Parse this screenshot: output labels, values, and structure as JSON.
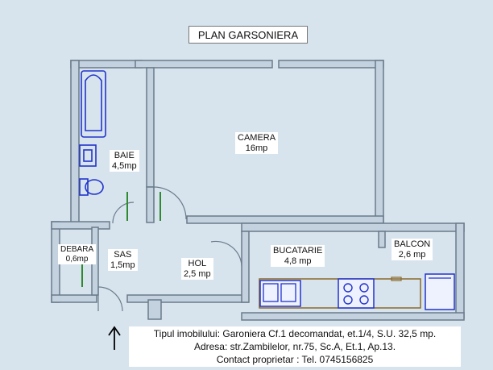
{
  "title": "PLAN GARSONIERA",
  "rooms": {
    "baie": {
      "name": "BAIE",
      "area": "4,5mp"
    },
    "camera": {
      "name": "CAMERA",
      "area": "16mp"
    },
    "debara": {
      "name": "DEBARA",
      "area": "0,6mp"
    },
    "sas": {
      "name": "SAS",
      "area": "1,5mp"
    },
    "hol": {
      "name": "HOL",
      "area": "2,5 mp"
    },
    "bucatarie": {
      "name": "BUCATARIE",
      "area": "4,8 mp"
    },
    "balcon": {
      "name": "BALCON",
      "area": "2,6 mp"
    }
  },
  "info": {
    "line1": "Tipul imobilului: Garoniera Cf.1 decomandat, et.1/4, S.U. 32,5 mp.",
    "line2": "Adresa: str.Zambilelor, nr.75, Sc.A, Et.1, Ap.13.",
    "line3": "Contact proprietar : Tel. 0745156825"
  },
  "entrance_arrow": "↑",
  "colors": {
    "background": "#d7e4ee",
    "wall_outline": "#6a7b8a",
    "wall_fill": "#c3d2de",
    "fixtures": "#2233cc",
    "kitchen_counter": "#8a6a2a",
    "door_jamb": "#2f8a2f"
  }
}
